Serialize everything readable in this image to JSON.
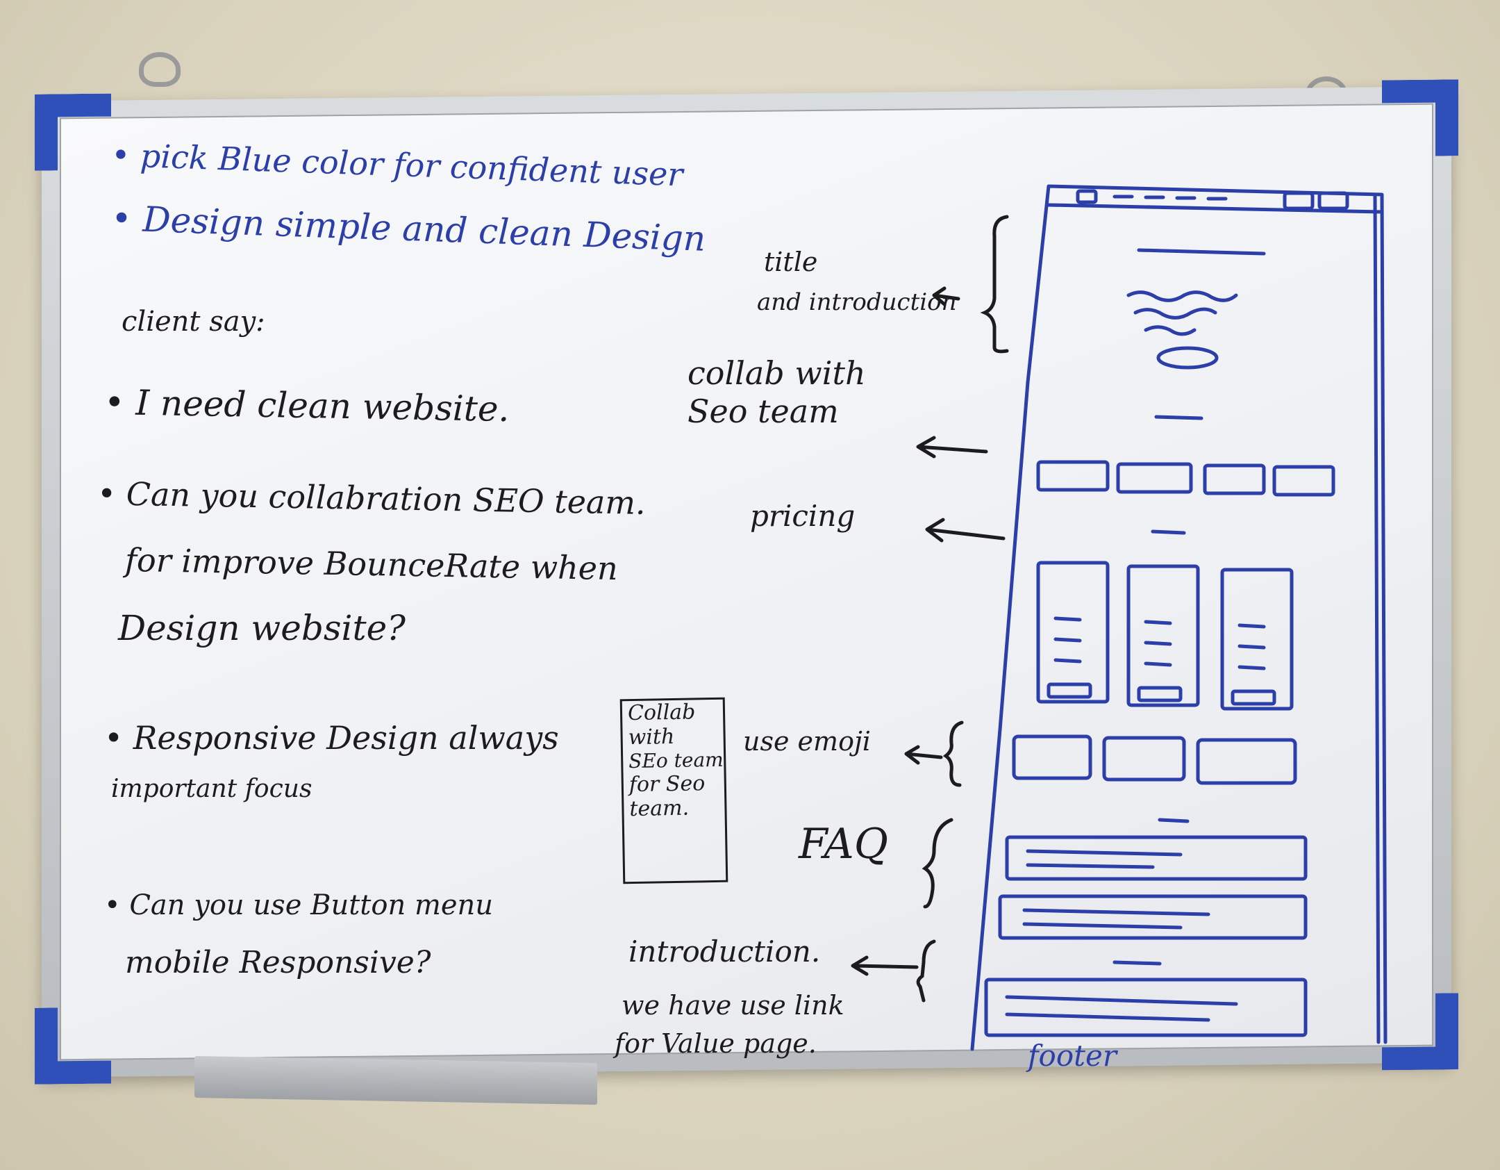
{
  "notes": {
    "design_goals": [
      "pick Blue color for confident user",
      "Design simple and clean Design"
    ],
    "client_heading": "client say:",
    "client_points": [
      "I need clean website.",
      "Can you collabration SEO team.",
      "for improve BounceRate when",
      "Design website?",
      "Responsive Design always",
      "important focus",
      "Can you use Button menu",
      "mobile Responsive?"
    ]
  },
  "annotations": {
    "title_intro": [
      "title",
      "and introduction"
    ],
    "collab": [
      "collab with",
      "Seo team"
    ],
    "pricing": "pricing",
    "use_emoji": "use emoji",
    "faq": "FAQ",
    "introduction": "introduction.",
    "links": [
      "we have use link",
      "for Value page."
    ],
    "footer": "footer"
  },
  "sticky_note": [
    "Collab",
    "with",
    "SEo team",
    "for Seo",
    "team."
  ],
  "colors": {
    "marker_blue": "#2c3ea8",
    "marker_black": "#1c1c1c",
    "corner_blue": "#2f4fb9"
  }
}
